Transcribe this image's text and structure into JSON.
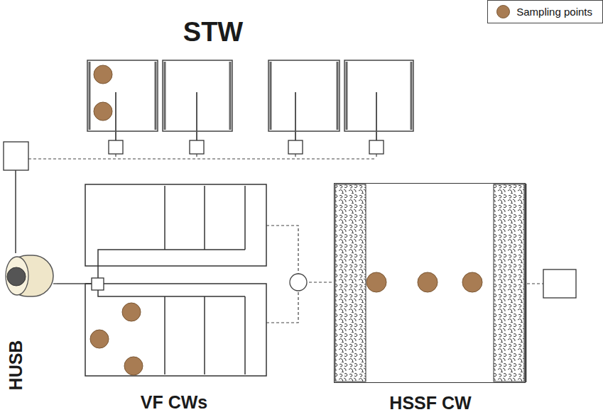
{
  "diagram": {
    "nodes": [
      {
        "text": [
          "STW"
        ]
      },
      {
        "text": [
          "HUSB"
        ]
      },
      {
        "text": [
          "VF CWs"
        ]
      },
      {
        "text": [
          "HSSF CW"
        ]
      }
    ],
    "edges": [
      {
        "from": 0,
        "to": 1,
        "arrow": "none"
      },
      {
        "from": 1,
        "to": 2,
        "arrow": "none"
      },
      {
        "from": 2,
        "to": 3,
        "arrow": "none"
      }
    ],
    "legend": [
      {
        "text": "Sampling points",
        "color": "#a87c53"
      }
    ]
  }
}
